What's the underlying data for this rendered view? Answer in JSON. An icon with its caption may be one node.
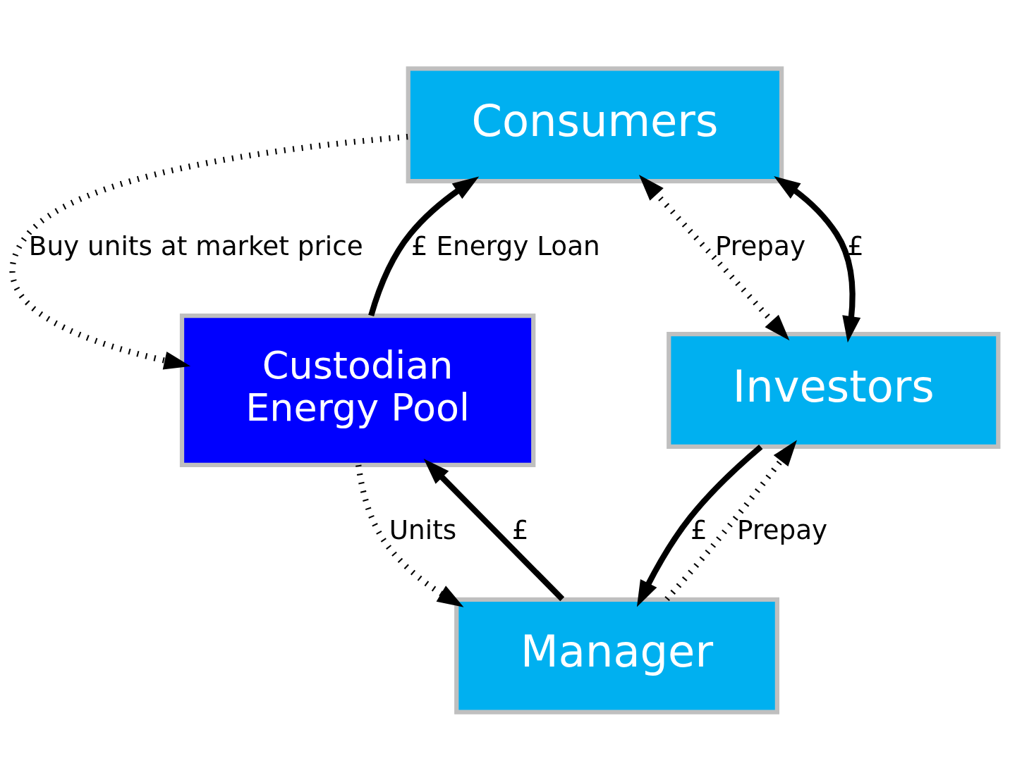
{
  "diagram": {
    "nodes": [
      {
        "text": [
          "Consumers"
        ]
      },
      {
        "text": [
          "Investors"
        ]
      },
      {
        "text": [
          "Custodian",
          "Energy Pool"
        ]
      },
      {
        "text": [
          "Manager"
        ]
      }
    ],
    "edges": [
      {
        "from": 1,
        "to": 0,
        "arrow": "both",
        "style": "dashed",
        "label": "Prepay"
      },
      {
        "from": 1,
        "to": 0,
        "arrow": "both",
        "label": "£"
      },
      {
        "from": 2,
        "to": 0,
        "arrow": "to",
        "label": "£ Energy Loan"
      },
      {
        "from": 0,
        "to": 2,
        "arrow": "to",
        "style": "dashed",
        "label": "Buy units at market price"
      },
      {
        "from": 3,
        "to": 2,
        "arrow": "to",
        "label": "£"
      },
      {
        "from": 2,
        "to": 3,
        "arrow": "to",
        "style": "dashed",
        "label": "Units"
      },
      {
        "from": 1,
        "to": 3,
        "arrow": "to",
        "label": "£"
      },
      {
        "from": 3,
        "to": 1,
        "arrow": "to",
        "style": "dashed",
        "label": "Prepay"
      }
    ]
  }
}
